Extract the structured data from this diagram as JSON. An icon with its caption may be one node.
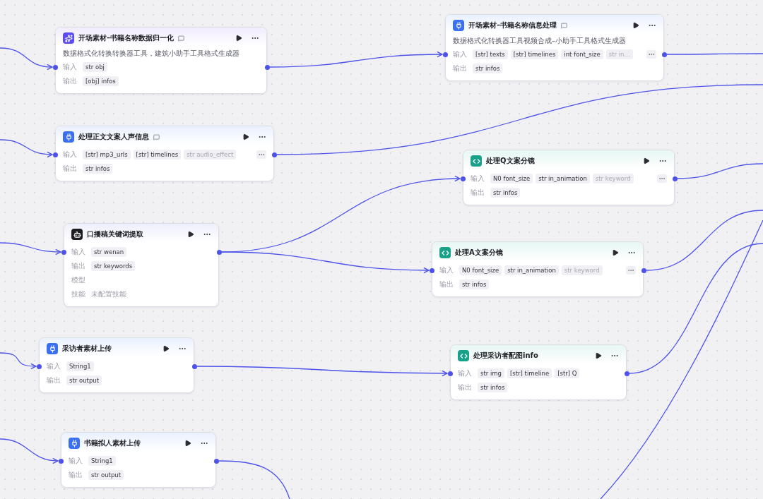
{
  "diagram": {
    "nodes": [
      {
        "text": [
          "开场素材–书籍名称数据归一化",
          "数据格式化转换转换器工具，建筑小助手工具格式生成器",
          "输入",
          "str obj",
          "输出",
          "[obj] infos"
        ]
      },
      {
        "text": [
          "开场素材–书籍名称信息处理",
          "数据格式化转换器工具视频合成–小助手工具格式生成器",
          "输入",
          "[str] texts",
          "[str] timelines",
          "int font_size",
          "str in…",
          "输出",
          "str infos"
        ]
      },
      {
        "text": [
          "处理正文文案人声信息",
          "输入",
          "[str] mp3_urls",
          "[str] timelines",
          "str audio_effect",
          "输出",
          "str infos"
        ]
      },
      {
        "text": [
          "处理Q文案分镜",
          "输入",
          "N0 font_size",
          "str in_animation",
          "str keyword",
          "输出",
          "str infos"
        ]
      },
      {
        "text": [
          "口播稿关键词提取",
          "输入",
          "str wenan",
          "输出",
          "str keywords",
          "模型",
          "技能",
          "未配置技能"
        ]
      },
      {
        "text": [
          "处理A文案分镜",
          "输入",
          "N0 font_size",
          "str in_animation",
          "str keyword",
          "输出",
          "str infos"
        ]
      },
      {
        "text": [
          "采访者素材上传",
          "输入",
          "String1",
          "输出",
          "str output"
        ]
      },
      {
        "text": [
          "处理采访者配图info",
          "输入",
          "str img",
          "[str] timeline",
          "[str] Q",
          "输出",
          "str infos"
        ]
      },
      {
        "text": [
          "书籍拟人素材上传",
          "输入",
          "String1",
          "输出",
          "str output"
        ]
      }
    ],
    "edges": [
      {
        "from": null,
        "to": 0,
        "arrow": "to"
      },
      {
        "from": 0,
        "to": 1,
        "arrow": "to"
      },
      {
        "from": null,
        "to": 2,
        "arrow": "to"
      },
      {
        "from": 2,
        "to": null,
        "arrow": "none"
      },
      {
        "from": null,
        "to": 4,
        "arrow": "to"
      },
      {
        "from": 4,
        "to": 3,
        "arrow": "to"
      },
      {
        "from": 4,
        "to": 5,
        "arrow": "to"
      },
      {
        "from": null,
        "to": 6,
        "arrow": "to"
      },
      {
        "from": 6,
        "to": 7,
        "arrow": "to"
      },
      {
        "from": null,
        "to": 8,
        "arrow": "to"
      },
      {
        "from": 8,
        "to": null,
        "arrow": "none"
      },
      {
        "from": 1,
        "to": null,
        "arrow": "none"
      },
      {
        "from": 3,
        "to": null,
        "arrow": "none"
      },
      {
        "from": 5,
        "to": null,
        "arrow": "none"
      },
      {
        "from": 7,
        "to": null,
        "arrow": "none"
      }
    ]
  }
}
